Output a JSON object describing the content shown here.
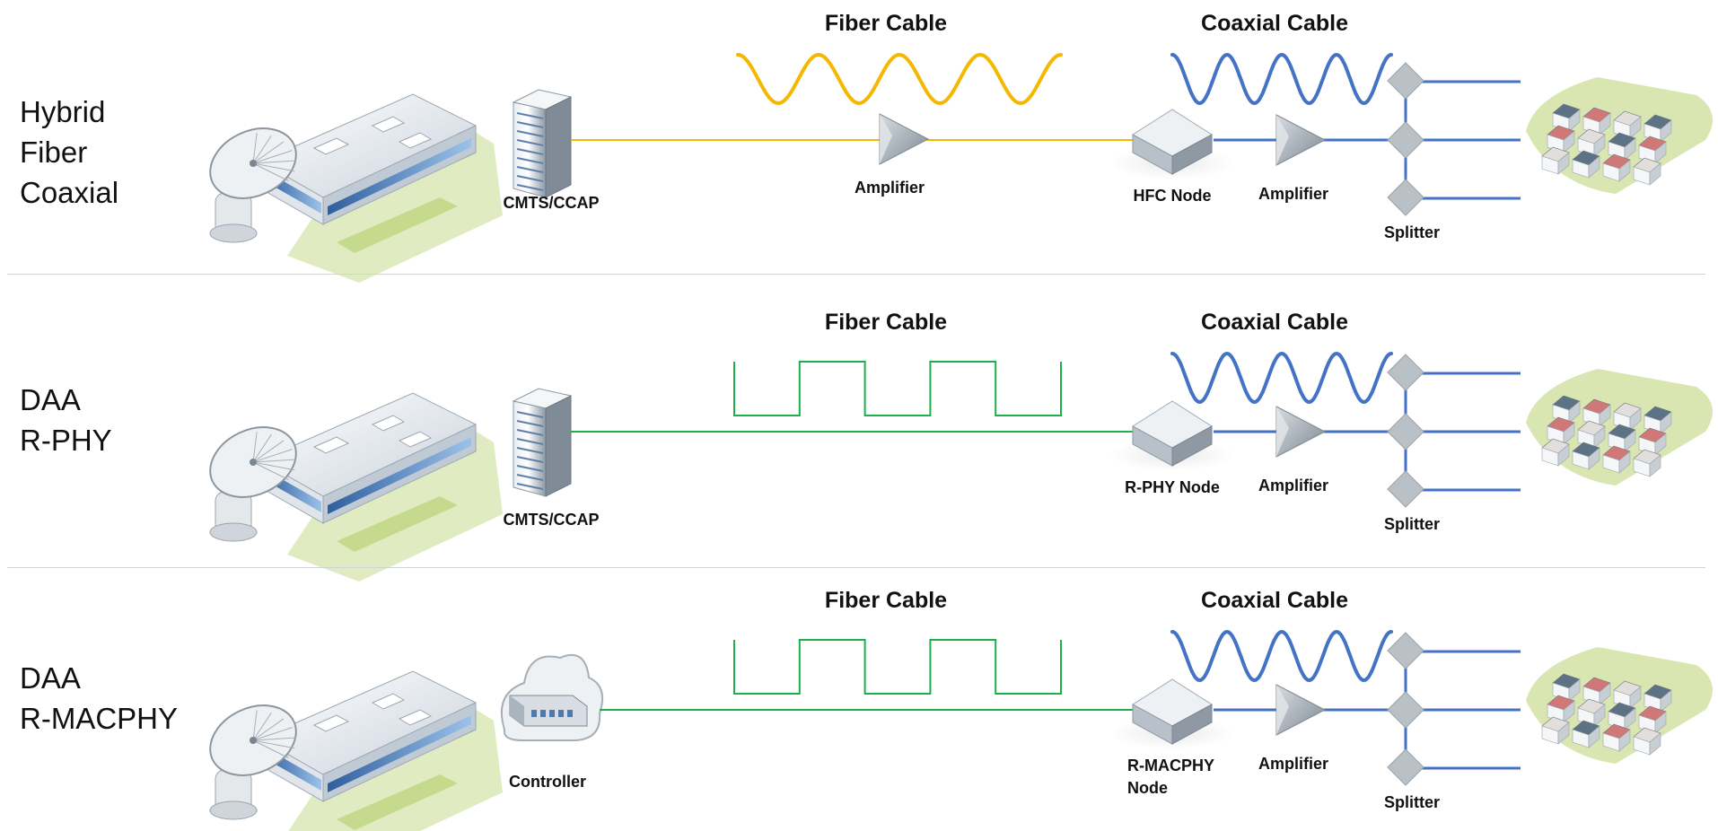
{
  "rows": [
    {
      "title_lines": [
        "Hybrid",
        "Fiber",
        "Coaxial"
      ],
      "fiber_heading": "Fiber Cable",
      "coax_heading": "Coaxial Cable",
      "fiber_signal": "analog",
      "fiber_color": "#f5b800",
      "headend_label": "CMTS/CCAP",
      "headend_icon": "server-rack-icon",
      "fiber_amplifier_label": "Amplifier",
      "node_label_lines": [
        "HFC Node"
      ],
      "amplifier_label": "Amplifier",
      "splitter_label": "Splitter"
    },
    {
      "title_lines": [
        "DAA",
        "R-PHY"
      ],
      "fiber_heading": "Fiber Cable",
      "coax_heading": "Coaxial Cable",
      "fiber_signal": "digital",
      "fiber_color": "#1cb04a",
      "headend_label": "CMTS/CCAP",
      "headend_icon": "server-rack-icon",
      "node_label_lines": [
        "R-PHY Node"
      ],
      "amplifier_label": "Amplifier",
      "splitter_label": "Splitter"
    },
    {
      "title_lines": [
        "DAA",
        "R-MACPHY"
      ],
      "fiber_heading": "Fiber Cable",
      "coax_heading": "Coaxial Cable",
      "fiber_signal": "digital",
      "fiber_color": "#1cb04a",
      "headend_label": "Controller",
      "headend_icon": "cloud-controller-icon",
      "node_label_lines": [
        "R-MACPHY",
        "Node"
      ],
      "amplifier_label": "Amplifier",
      "splitter_label": "Splitter"
    }
  ],
  "colors": {
    "coax": "#4472c4",
    "analog_fiber": "#f5b800",
    "digital_fiber": "#1cb04a",
    "divider": "#cfd4d8",
    "device_gray": "#b9c0c6",
    "ground_green": "#d8e6b0"
  },
  "icons": [
    "satellite-headend-icon",
    "server-rack-icon",
    "cloud-controller-icon",
    "amplifier-icon",
    "node-icon",
    "splitter-icon",
    "houses-icon"
  ]
}
